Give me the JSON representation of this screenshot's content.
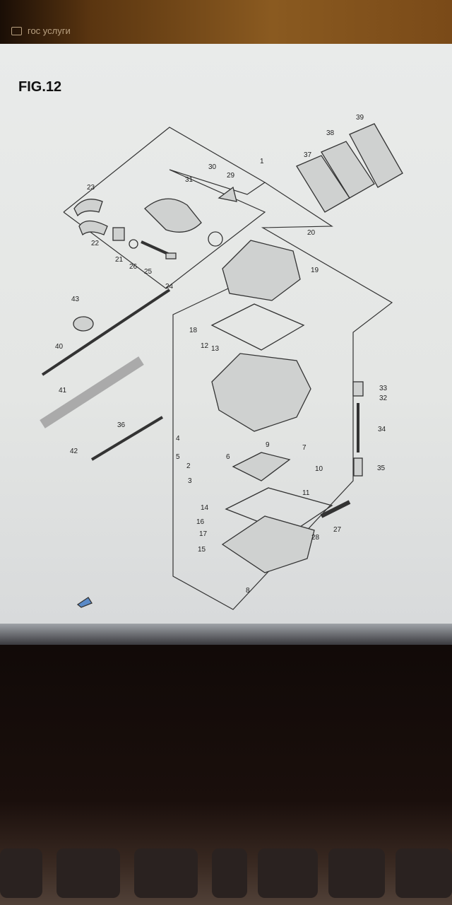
{
  "bookmark": {
    "label": "гос услуги",
    "icon": "folder-icon"
  },
  "figure": {
    "title": "FIG.12"
  },
  "labels": [
    "1",
    "2",
    "3",
    "4",
    "5",
    "6",
    "7",
    "8",
    "9",
    "10",
    "11",
    "12",
    "13",
    "14",
    "15",
    "16",
    "17",
    "18",
    "19",
    "20",
    "21",
    "22",
    "23",
    "24",
    "25",
    "26",
    "27",
    "28",
    "29",
    "30",
    "31",
    "32",
    "33",
    "34",
    "35",
    "36",
    "37",
    "38",
    "39",
    "40",
    "41",
    "42",
    "43"
  ]
}
